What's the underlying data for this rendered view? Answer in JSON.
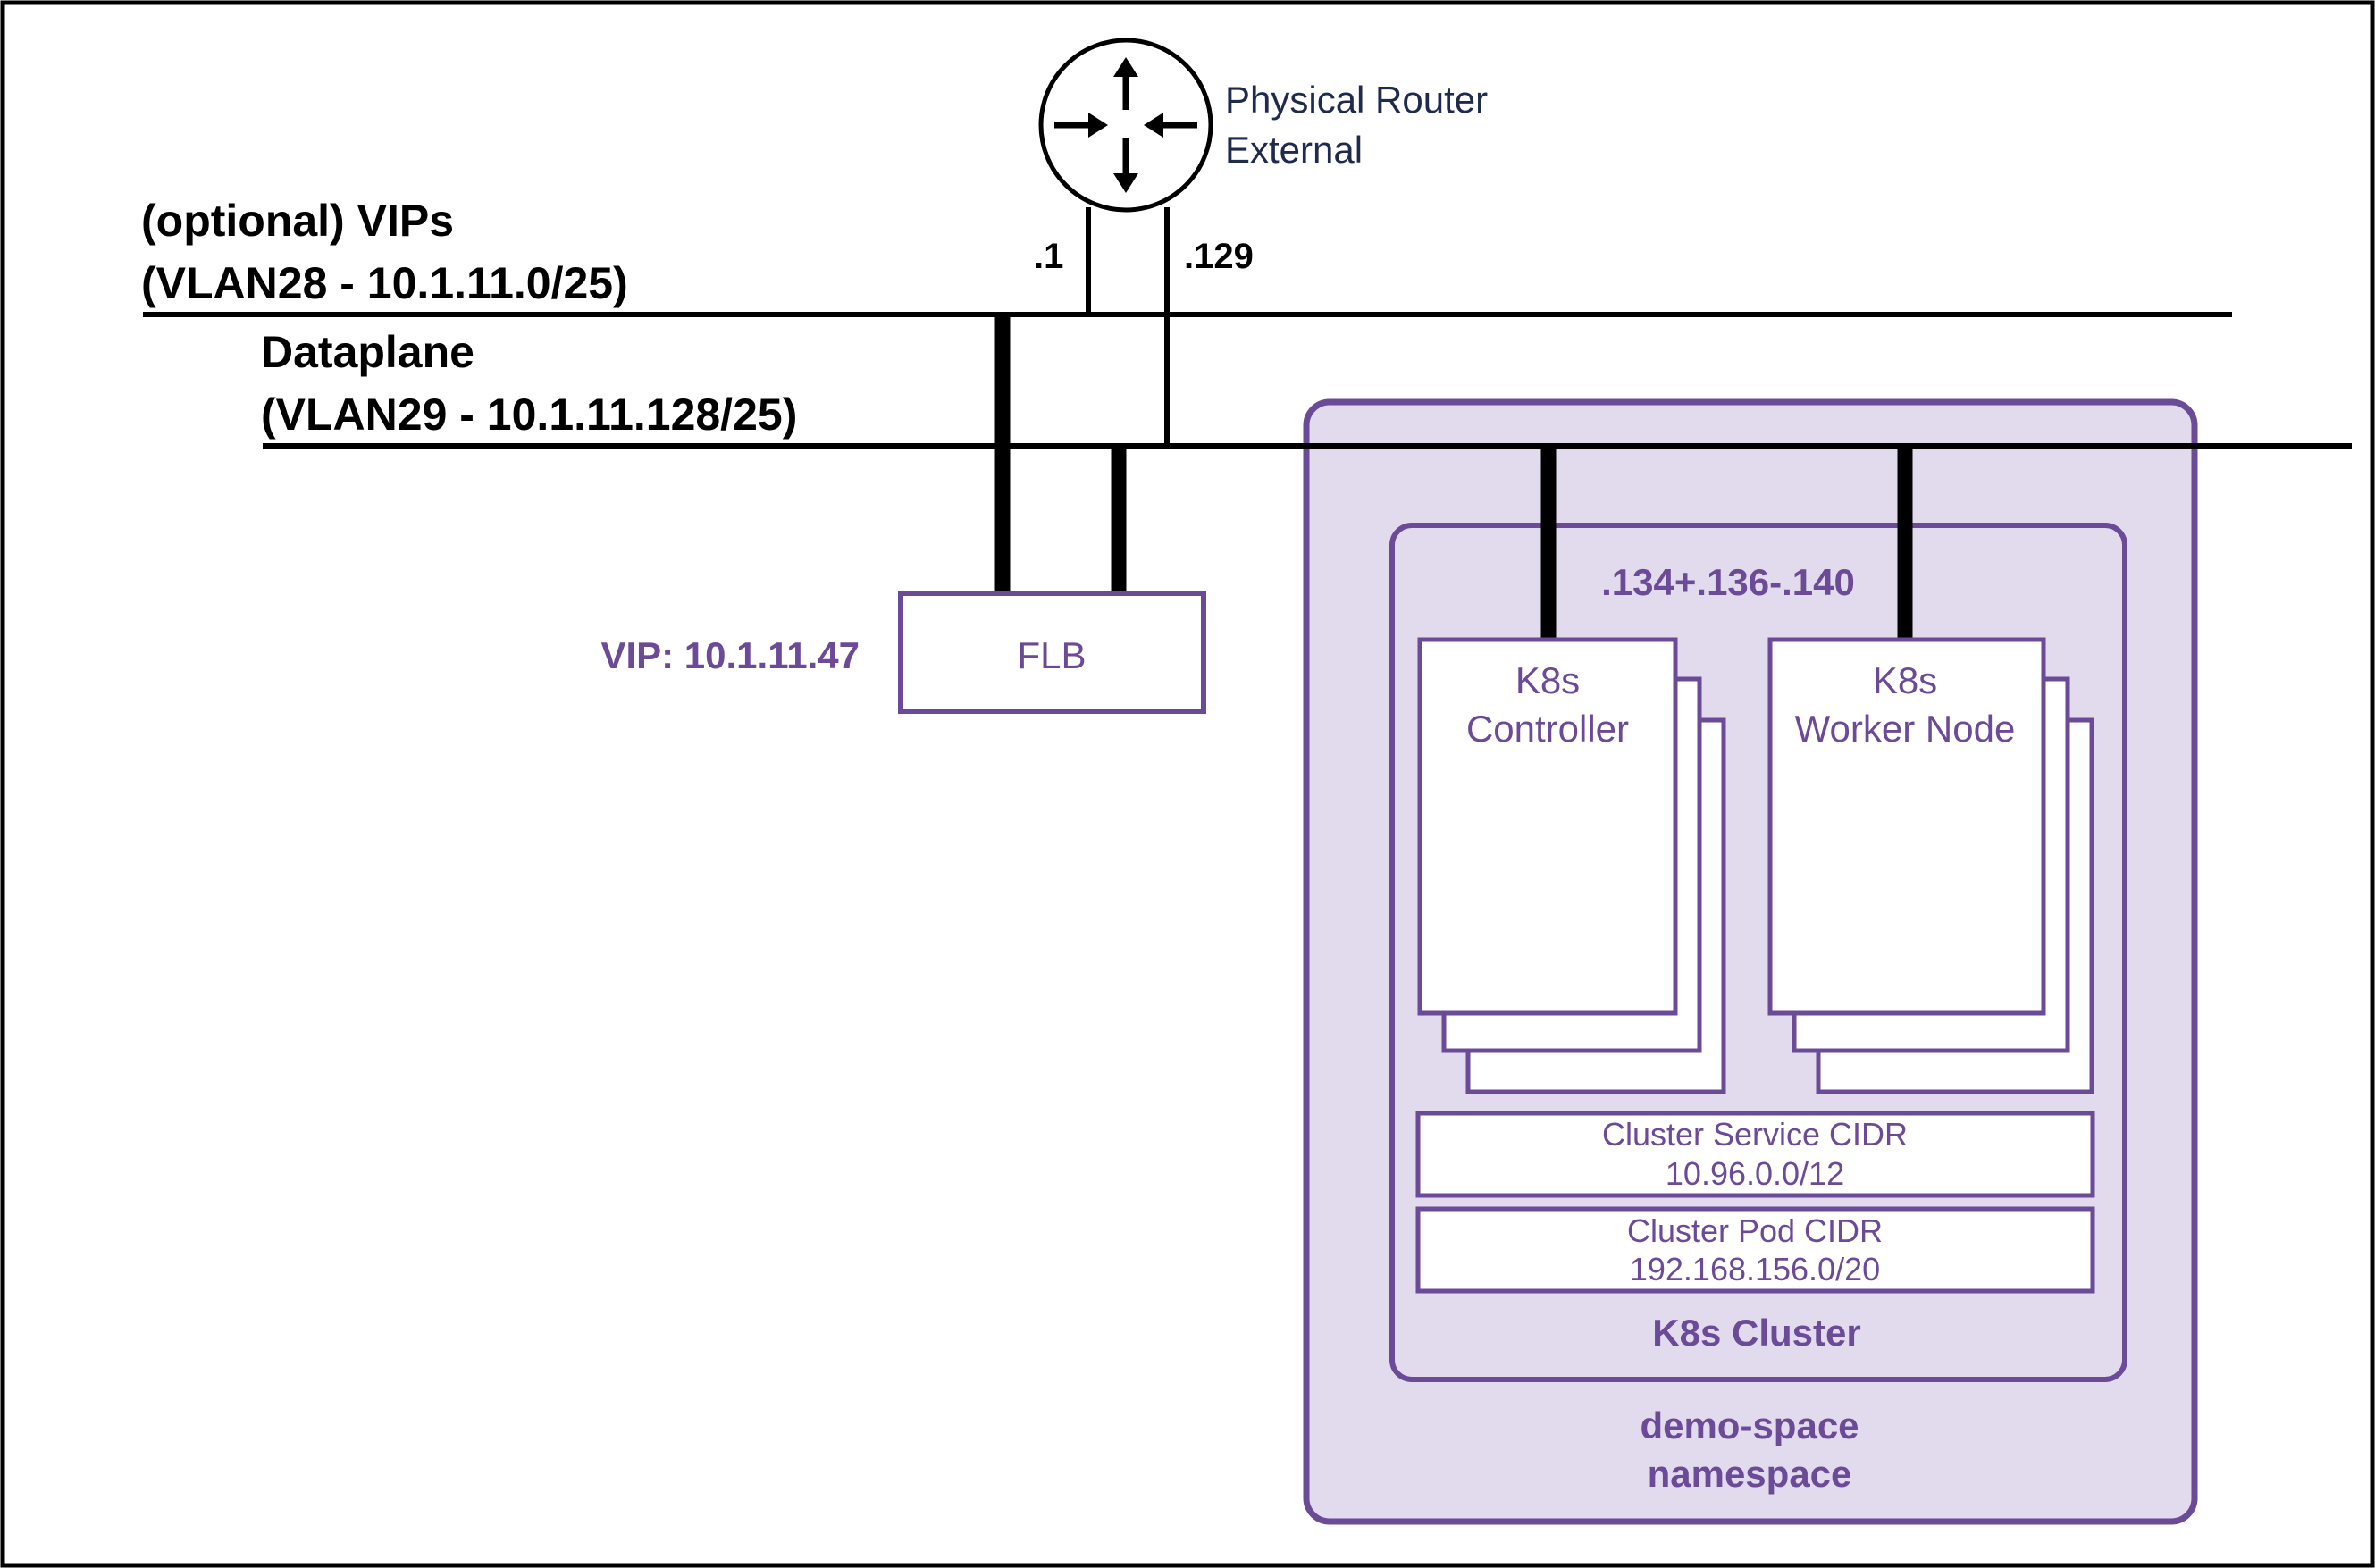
{
  "colors": {
    "purple": "#6b4a98",
    "purple_fill": "#e2dbed",
    "line": "#000000",
    "navy": "#1f2b4d"
  },
  "router": {
    "label_line1": "Physical Router",
    "label_line2": "External",
    "icon": "router-icon"
  },
  "vips_network": {
    "title": "(optional) VIPs",
    "subnet": "(VLAN28 - 10.1.11.0/25)",
    "router_ip": ".1"
  },
  "dataplane_network": {
    "title": "Dataplane",
    "subnet": "(VLAN29 - 10.1.11.128/25)",
    "router_ip": ".129"
  },
  "flb": {
    "label": "FLB",
    "vip_label": "VIP: 10.1.11.47"
  },
  "namespace": {
    "label_line1": "demo-space",
    "label_line2": "namespace"
  },
  "cluster": {
    "label": "K8s Cluster",
    "ip_range": ".134+.136-.140",
    "controller": {
      "line1": "K8s",
      "line2": "Controller"
    },
    "worker": {
      "line1": "K8s",
      "line2": "Worker Node"
    },
    "service_cidr": {
      "title": "Cluster Service CIDR",
      "value": "10.96.0.0/12"
    },
    "pod_cidr": {
      "title": "Cluster Pod CIDR",
      "value": "192.168.156.0/20"
    }
  }
}
